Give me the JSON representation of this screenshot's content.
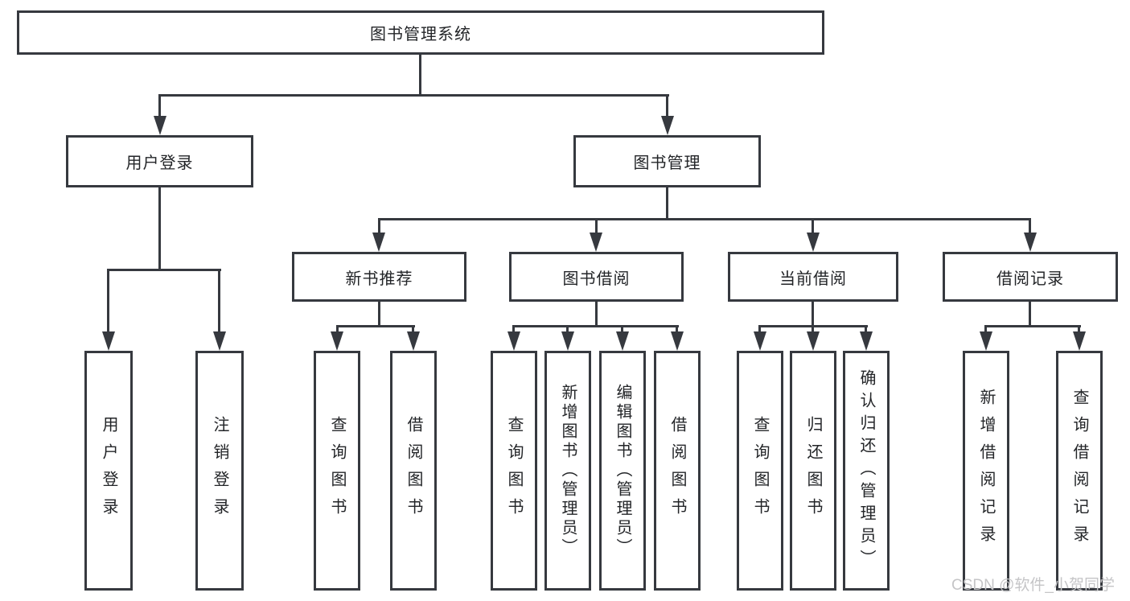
{
  "diagram": {
    "title": "图书管理系统",
    "level2": {
      "user_login": "用户登录",
      "book_management": "图书管理"
    },
    "level3": {
      "new_book_recommend": "新书推荐",
      "book_borrow": "图书借阅",
      "current_borrow": "当前借阅",
      "borrow_records": "借阅记录"
    },
    "leaves": {
      "login": [
        "用户登录",
        "注销登录"
      ],
      "recommend": [
        "查询图书",
        "借阅图书"
      ],
      "borrow": [
        "查询图书",
        "新增图书（管理员）",
        "编辑图书（管理员）",
        "借阅图书"
      ],
      "current": [
        "查询图书",
        "归还图书",
        "确认归还（管理员）"
      ],
      "records": [
        "新增借阅记录",
        "查询借阅记录"
      ]
    },
    "colors": {
      "line": "#36393f",
      "text": "#232528",
      "watermark": "#c5c5c7",
      "background": "#ffffff"
    },
    "watermark": "CSDN @软件_小贺同学"
  }
}
